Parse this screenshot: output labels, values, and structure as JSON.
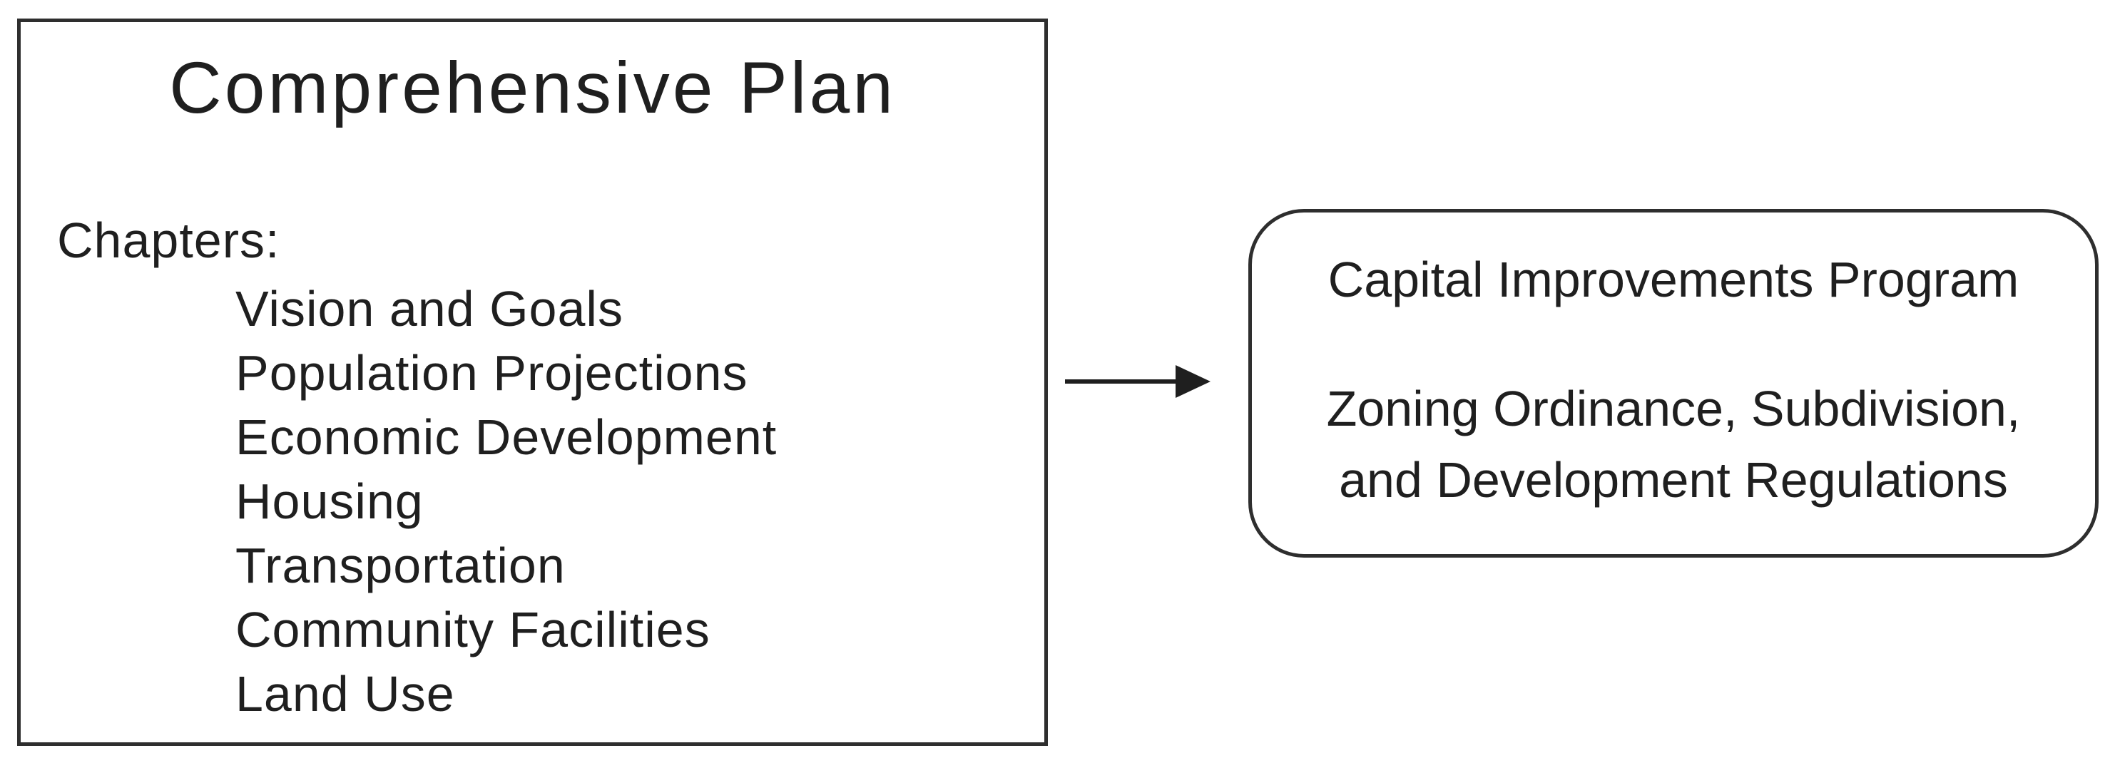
{
  "colors": {
    "ink": "#1f1f1f",
    "border": "#2e2e2e",
    "background": "#ffffff"
  },
  "comprehensive_plan": {
    "title": "Comprehensive Plan",
    "chapters_label": "Chapters:",
    "chapters": [
      "Vision and Goals",
      "Population Projections",
      "Economic Development",
      "Housing",
      "Transportation",
      "Community Facilities",
      "Land Use"
    ]
  },
  "implementation": {
    "line1": "Capital Improvements Program",
    "line2": "Zoning Ordinance, Subdivision,",
    "line3": "and Development Regulations"
  },
  "arrow": {
    "icon": "right-arrow",
    "direction": "right"
  }
}
